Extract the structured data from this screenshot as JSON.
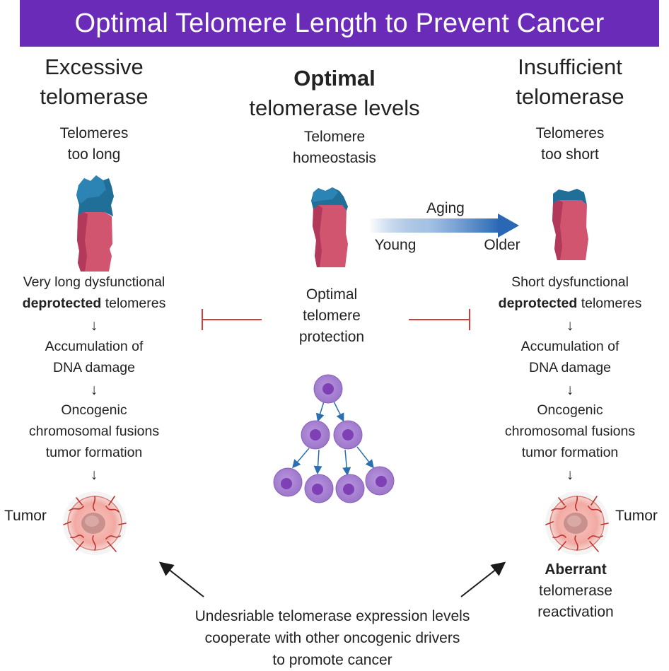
{
  "title": "Optimal Telomere Length to Prevent Cancer",
  "colors": {
    "banner": "#6a2bb8",
    "telomere_cap": "#1f6f99",
    "chromosome": "#d2556f",
    "inhibit_line": "#d83a3a",
    "flow_arrow": "#2a68b5",
    "cell": "#a37fcf",
    "tumor": "#f3b4ad"
  },
  "left": {
    "header_line1": "Excessive",
    "header_line2": "telomerase",
    "sub_line1": "Telomeres",
    "sub_line2": "too long",
    "desc_line1": "Very long dysfunctional",
    "desc_bold": "deprotected",
    "desc_rest": " telomeres",
    "down_arrow": "↓",
    "step2_line1": "Accumulation of",
    "step2_line2": "DNA damage",
    "step3_line1": "Oncogenic",
    "step3_line2": "chromosomal fusions",
    "step3_line3": "tumor formation",
    "tumor_label": "Tumor"
  },
  "center": {
    "header_bold": "Optimal",
    "header_line2": "telomerase levels",
    "sub_line1": "Telomere",
    "sub_line2": "homeostasis",
    "aging_label": "Aging",
    "young_label": "Young",
    "older_label": "Older",
    "protect_line1": "Optimal",
    "protect_line2": "telomere",
    "protect_line3": "protection"
  },
  "right": {
    "header_line1": "Insufficient",
    "header_line2": "telomerase",
    "sub_line1": "Telomeres",
    "sub_line2": "too short",
    "desc_line1": "Short dysfunctional",
    "desc_bold": "deprotected",
    "desc_rest": " telomeres",
    "down_arrow": "↓",
    "step2_line1": "Accumulation of",
    "step2_line2": "DNA damage",
    "step3_line1": "Oncogenic",
    "step3_line2": "chromosomal fusions",
    "step3_line3": "tumor formation",
    "tumor_label": "Tumor",
    "aberrant_bold": "Aberrant",
    "aberrant_line2": "telomerase",
    "aberrant_line3": "reactivation"
  },
  "bottom": {
    "line1": "Undesriable telomerase expression levels",
    "line2": "cooperate with other oncogenic drivers",
    "line3": "to promote cancer"
  }
}
